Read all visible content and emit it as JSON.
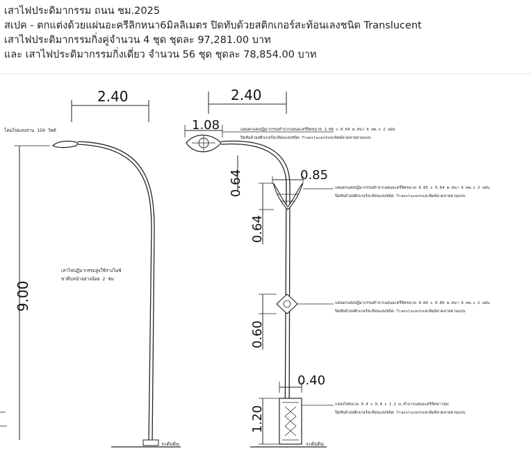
{
  "post": {
    "title": "เสาไฟประดิมากรรม ถนน ชม.2025",
    "spec": "สเปค - ตกแต่งด้วยแผ่นอะครีลิกหนา6มิลลิเมตร ปิดทับด้วยสติกเกอร์สะท้อนเลงชนิด Translucent",
    "double_arm": "เสาไฟประดิมากรรมกิ่งคู่จำนวน 4 ชุด ชุดละ 97,281.00 บาท",
    "single_arm": "และ เสาไฟประดิมากรรมกิ่งเดี่ยว จำนวน 56 ชุด ชุดละ 78,854.00 บาท"
  },
  "drawing": {
    "left_pole": {
      "arm_width": "2.40",
      "height": "9.00",
      "lamp_note": "โคมไฟแสงจ่าน 150 วัตต์",
      "body_note_1": "เสาไฟปฏิมากรรมสูงใช้รางไนซ์",
      "body_note_2": "ขาดีบหน้าอย่างน้อย 2 ชม"
    },
    "right_pole": {
      "arm_width": "2.40",
      "top_ornament_width": "1.08",
      "top_ornament_height": "0.64",
      "mid_ornament_width": "0.85",
      "mid_ornament_height": "0.64",
      "lower_ornament_height": "0.60",
      "base_width": "0.40",
      "base_height": "1.20",
      "note_1a": "แผ่นตกแต่งปฏิมากรรมทำจากแผ่นอะครีลิคขนาด 1.08 x 0.64 m.หนา 6 mm.x 2 แผ่น",
      "note_1b": "ปิดทับด้วยสติกเกอร์สะท้อนแสงชนิด Translucentและพิมพ์ลวดลายตามแบบ",
      "note_2a": "แผ่นตกแต่งปฏิมากรรมทำจากแผ่นอะครีลิคขนาด 0.85 x 0.64 m.หนา 6 mm.x 2 แผ่น",
      "note_2b": "ปิดทับด้วยสติกเกอร์สะท้อนแสงชนิด Translucentและพิมพ์ลวดลายตามแบบ",
      "note_3a": "แผ่นตกแต่งปฏิมากรรมทำจากแผ่นอะครีลิคขนาด 0.60 x 0.60 m.หนา 6 mm.x 2 แผ่น",
      "note_3b": "ปิดทับด้วยสติกเกอร์สะท้อนแสงชนิด Translucentและพิมพ์ลวดลายตามแบบ",
      "note_4a": "กล่องไฟขนาด 0.4 x 0.4 x 1.2 m.ทำจากแผ่นอะครีลิคขาวขุ่น",
      "note_4b": "ปิดทับด้วยสติกเกอร์สะท้อนแสงชนิด Translucentและพิมพ์ลวดลายตามแบบ",
      "ground_label": "ระดับดิน"
    },
    "left_ground_label": "ระดับดิน"
  }
}
